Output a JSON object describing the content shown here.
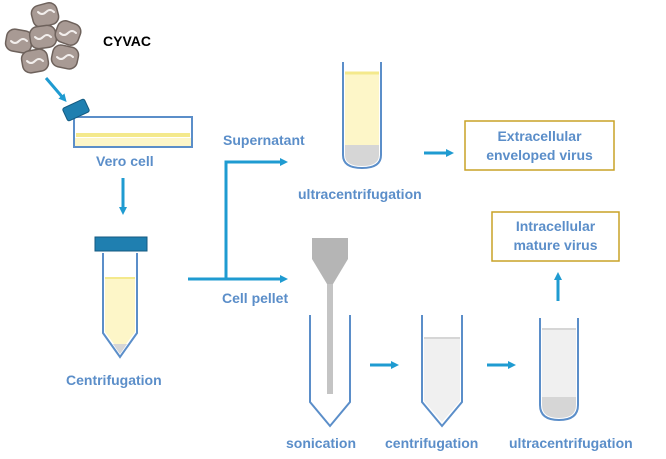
{
  "source_label": "CYVAC",
  "steps": {
    "vero_cell": "Vero cell",
    "centrifugation_1": "Centrifugation",
    "supernatant": "Supernatant",
    "cell_pellet": "Cell pellet",
    "ultracentrifugation_top": "ultracentrifugation",
    "sonication": "sonication",
    "centrifugation_2": "centrifugation",
    "ultracentrifugation_bottom": "ultracentrifugation"
  },
  "results": {
    "extracellular_line1": "Extracellular",
    "extracellular_line2": "enveloped virus",
    "intracellular_line1": "Intracellular",
    "intracellular_line2": "mature virus"
  },
  "colors": {
    "arrow": "#1f9bd1",
    "label": "#5b8ec9",
    "tube_outline": "#5b8ec9",
    "cap": "#1f7fb0",
    "liquid_yellow": "#fdf6c8",
    "band_yellow": "#f4e98c",
    "pellet_grey": "#d6d6d6",
    "result_box_border": "#c9a227"
  },
  "icons": [
    "virus-cluster-icon",
    "flask-icon",
    "conical-tube-icon",
    "sonicator-probe-icon"
  ]
}
